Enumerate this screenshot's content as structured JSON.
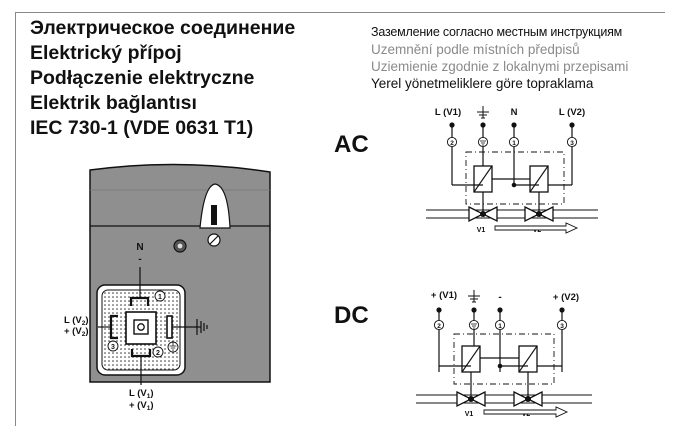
{
  "headings": [
    "Электрическое соединение",
    "Elektrický přípoj",
    "Podłączenie elektryczne",
    "Elektrik bağlantısı",
    "IEC 730-1 (VDE 0631 T1)"
  ],
  "grounding_notes": [
    "Заземление согласно местным инструкциям",
    "Uzemnění podle místních předpisů",
    "Uziemienie zgodnie z lokalnymi przepisami",
    "Yerel yönetmeliklere göre topraklama"
  ],
  "connector": {
    "label_n": "N",
    "label_n_sign": "-",
    "label_left_1": "L (V",
    "label_left_1_sub": "2",
    "label_left_2": "+ (V",
    "label_left_2_sub": "2",
    "label_bottom_1": "L (V",
    "label_bottom_1_sub": "1",
    "label_bottom_2": "+ (V",
    "label_bottom_2_sub": "1",
    "pin_1": "1",
    "pin_2": "2",
    "pin_3": "3",
    "close_paren": ")"
  },
  "ac": {
    "title": "AC",
    "term_l1": "L (V1)",
    "term_n": "N",
    "term_l2": "L (V2)",
    "pin_2": "2",
    "pin_1": "1",
    "pin_3": "3",
    "valve_1": "V1",
    "valve_2": "V2"
  },
  "dc": {
    "title": "DC",
    "term_p1": "+ (V1)",
    "term_minus": "-",
    "term_p2": "+ (V2)",
    "pin_2": "2",
    "pin_1": "1",
    "pin_3": "3",
    "valve_1": "V1",
    "valve_2": "V2"
  }
}
